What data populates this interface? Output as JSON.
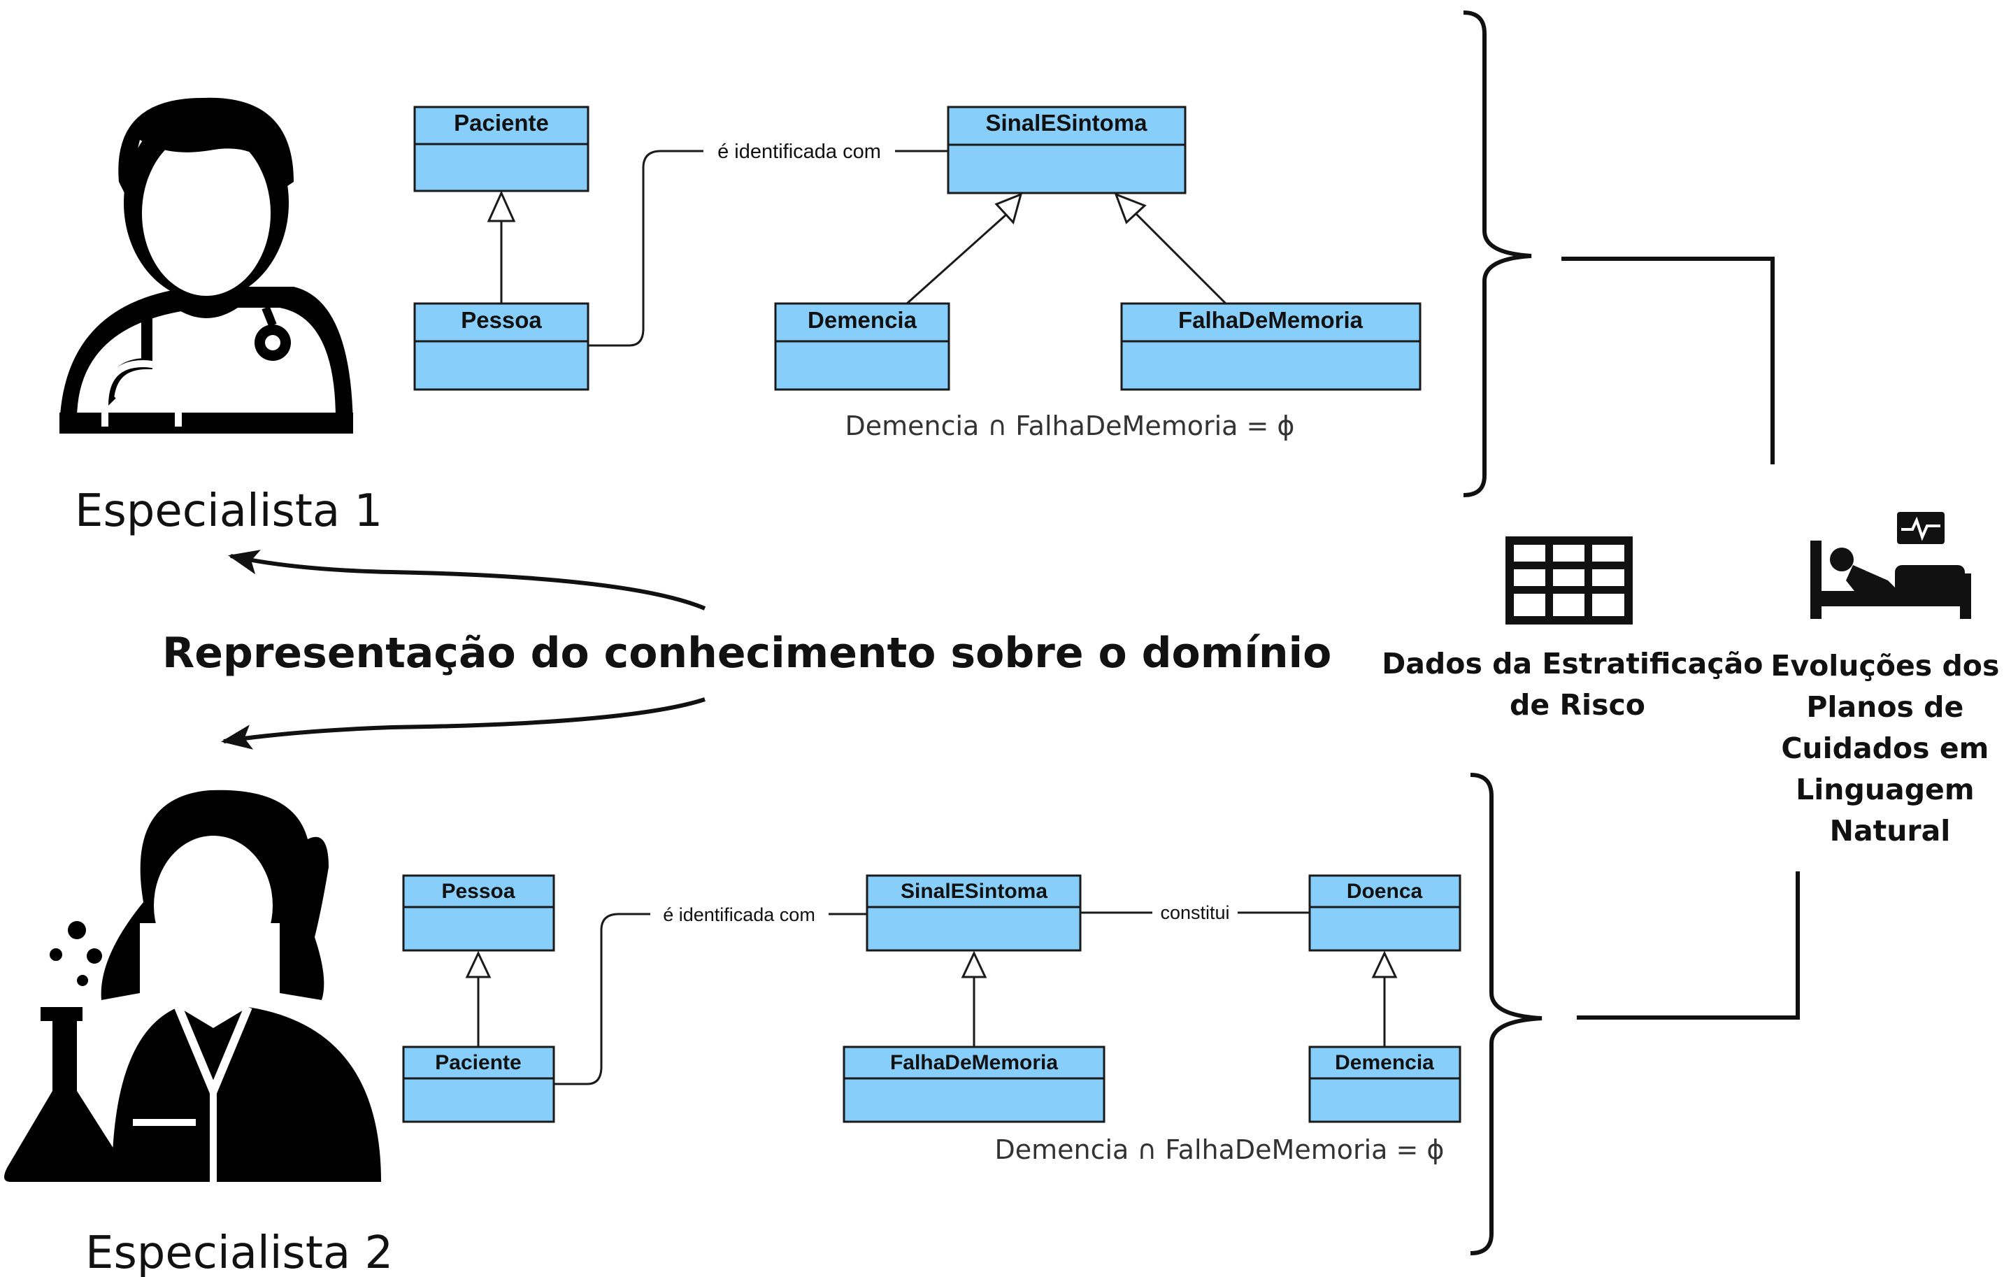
{
  "headline": "Representação do conhecimento sobre o domínio",
  "specialist_1": {
    "label": "Especialista 1",
    "classes": {
      "paciente": "Paciente",
      "pessoa": "Pessoa",
      "sinal": "SinalESintoma",
      "demencia": "Demencia",
      "falha": "FalhaDeMemoria"
    },
    "association": "é identificada com",
    "constraint": "Demencia ∩ FalhaDeMemoria = ϕ"
  },
  "specialist_2": {
    "label": "Especialista 2",
    "classes": {
      "pessoa": "Pessoa",
      "paciente": "Paciente",
      "sinal": "SinalESintoma",
      "doenca": "Doenca",
      "falha": "FalhaDeMemoria",
      "demencia": "Demencia"
    },
    "association_1": "é identificada com",
    "association_2": "constitui",
    "constraint": "Demencia ∩ FalhaDeMemoria = ϕ"
  },
  "sources": {
    "risk_data": [
      "Dados da Estratificação",
      "de Risco"
    ],
    "care_plans": [
      "Evoluções dos",
      "Planos de",
      "Cuidados em",
      "Linguagem",
      "Natural"
    ]
  },
  "icons": {
    "doctor": "doctor-stethoscope-icon",
    "scientist": "scientist-flask-icon",
    "table": "table-grid-icon",
    "hospital_bed": "hospital-bed-heartbeat-icon"
  },
  "colors": {
    "class_fill": "#87CEFA",
    "class_stroke": "#1a1a1a",
    "ink": "#111111"
  }
}
